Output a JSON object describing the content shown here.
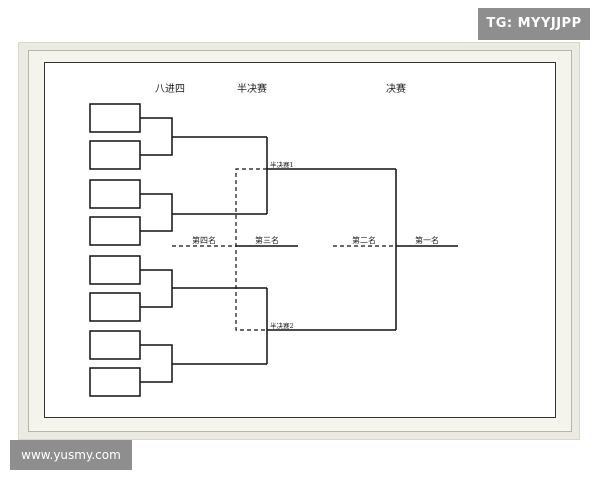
{
  "watermarks": {
    "tg": "TG: MYYJJPP",
    "website": "www.yusmy.com"
  },
  "bracket": {
    "headers": {
      "quarterfinal": "八进四",
      "semifinal": "半决赛",
      "final": "决赛"
    },
    "semifinal_labels": {
      "match1": "半决赛1",
      "match2": "半决赛2"
    },
    "placements": {
      "fourth": "第四名",
      "third": "第三名",
      "second": "第二名",
      "first": "第一名"
    },
    "team_slots": [
      "",
      "",
      "",
      "",
      "",
      "",
      "",
      ""
    ]
  },
  "colors": {
    "line": "#111111",
    "frame_outer": "#ecebe3",
    "frame_inner": "#f4f3ec",
    "badge_bg": "#8e8e8e"
  }
}
